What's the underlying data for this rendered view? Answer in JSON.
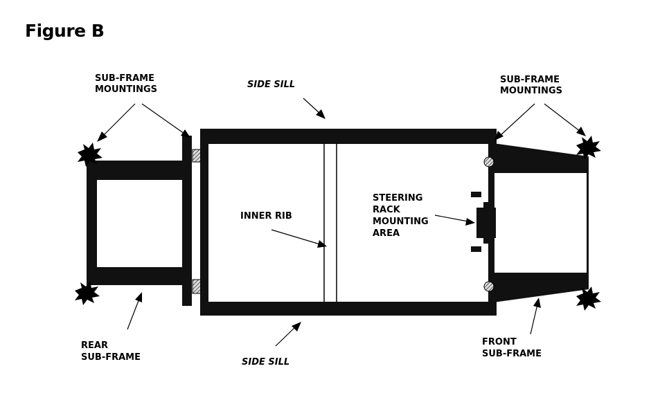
{
  "figure": {
    "title": "Figure B"
  },
  "labels": {
    "subframe_mountings_left": [
      "SUB-FRAME",
      "MOUNTINGS"
    ],
    "subframe_mountings_right": [
      "SUB-FRAME",
      "MOUNTINGS"
    ],
    "side_sill_top": "SIDE SILL",
    "side_sill_bottom": "SIDE SILL",
    "inner_rib": "INNER RIB",
    "steering_rack": [
      "STEERING",
      "RACK",
      "MOUNTING",
      "AREA"
    ],
    "rear_subframe": [
      "REAR",
      "SUB-FRAME"
    ],
    "front_subframe": [
      "FRONT",
      "SUB-FRAME"
    ]
  },
  "colors": {
    "frame": "#111111",
    "background": "#ffffff",
    "mount_hatch": "#555555"
  }
}
